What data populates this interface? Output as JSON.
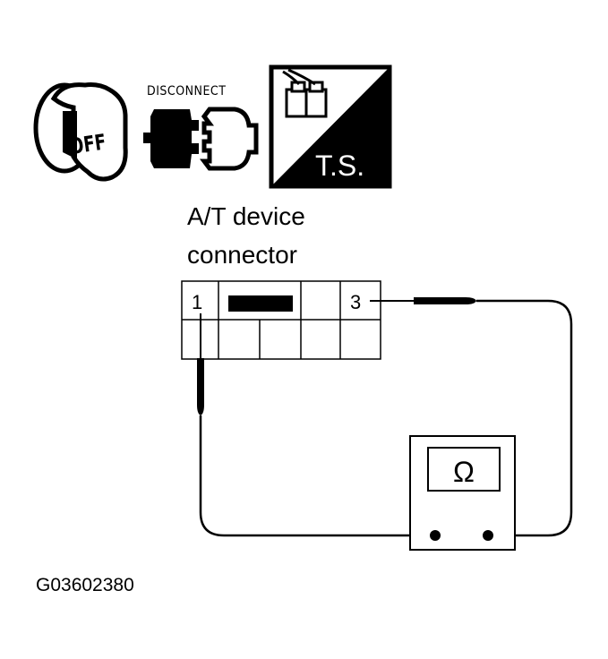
{
  "icons": {
    "ignition": {
      "name": "ignition-key-off-icon",
      "text": "OFF"
    },
    "disconnect": {
      "name": "disconnect-connector-icon",
      "text": "DISCONNECT"
    },
    "ts": {
      "name": "terminal-side-icon",
      "text": "T.S."
    }
  },
  "connector": {
    "label_line1": "A/T device",
    "label_line2": "connector",
    "pin_left": "1",
    "pin_right": "3"
  },
  "meter": {
    "symbol": "Ω",
    "icon": "ohmmeter-icon"
  },
  "figure_code": "G03602380"
}
